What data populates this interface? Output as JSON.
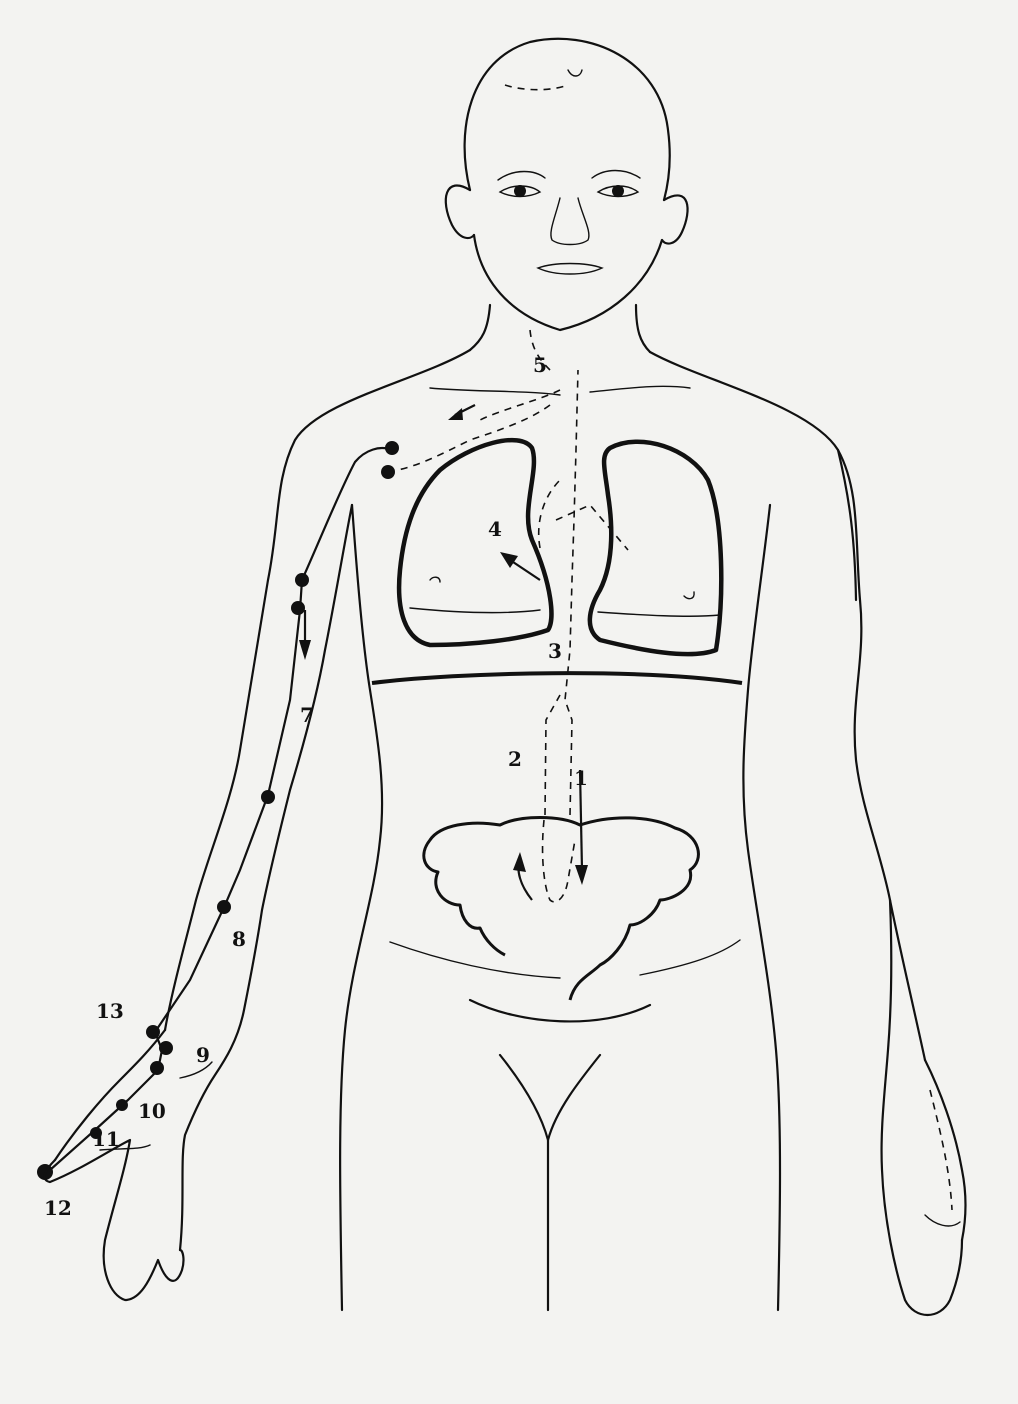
{
  "labels": {
    "l1": "1",
    "l2": "2",
    "l3": "3",
    "l4": "4",
    "l5": "5",
    "l7": "7",
    "l8": "8",
    "l9": "9",
    "l10": "10",
    "l11": "11",
    "l12": "12",
    "l13": "13"
  },
  "colors": {
    "ink": "#111111",
    "paper": "#f3f3f1"
  }
}
